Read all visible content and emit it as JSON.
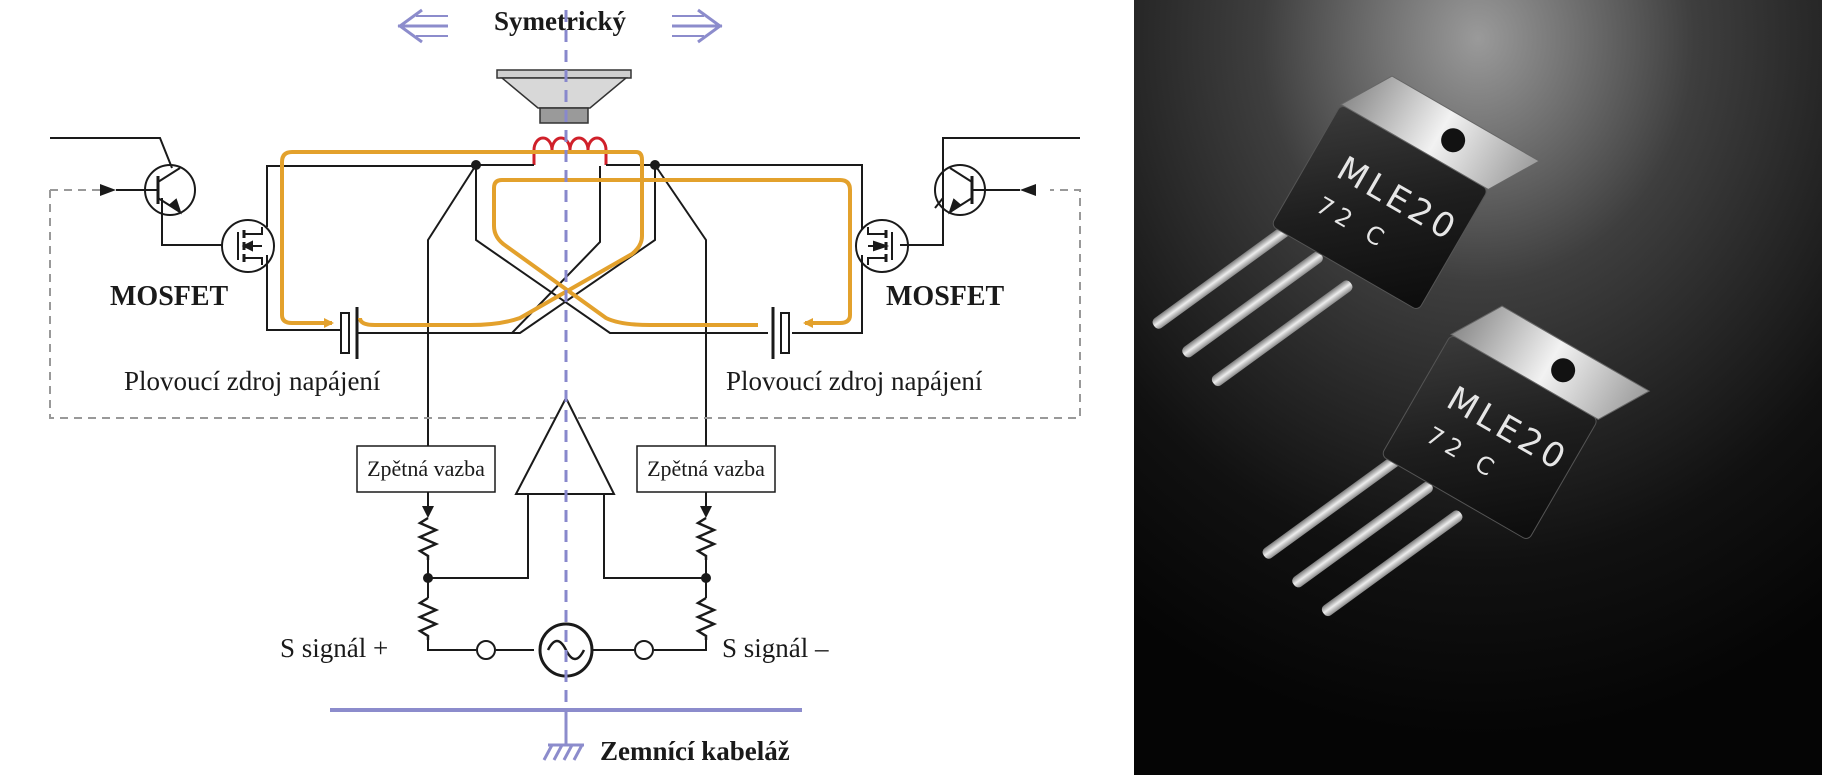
{
  "diagram": {
    "title": "Symetrický",
    "mosfet_left": "MOSFET",
    "mosfet_right": "MOSFET",
    "power_left": "Plovoucí zdroj napájení",
    "power_right": "Plovoucí zdroj napájení",
    "feedback_left": "Zpětná vazba",
    "feedback_right": "Zpětná vazba",
    "signal_plus": "S signál +",
    "signal_minus": "S signál –",
    "ground": "Zemnící kabeláž"
  },
  "photo": {
    "transistor_marking": "MLE20",
    "transistor_code": "72 C"
  },
  "colors": {
    "arrow_violet": "#8c8ccc",
    "center_dash": "#8888cc",
    "current_path": "#e3a12c",
    "voice_coil": "#d0202a",
    "ground_bus": "#8c8ccc"
  },
  "icons": [
    "speaker-icon",
    "bjt-transistor-icon",
    "mosfet-icon",
    "battery-icon",
    "resistor-icon",
    "op-amp-icon",
    "ac-source-icon",
    "ground-icon"
  ]
}
